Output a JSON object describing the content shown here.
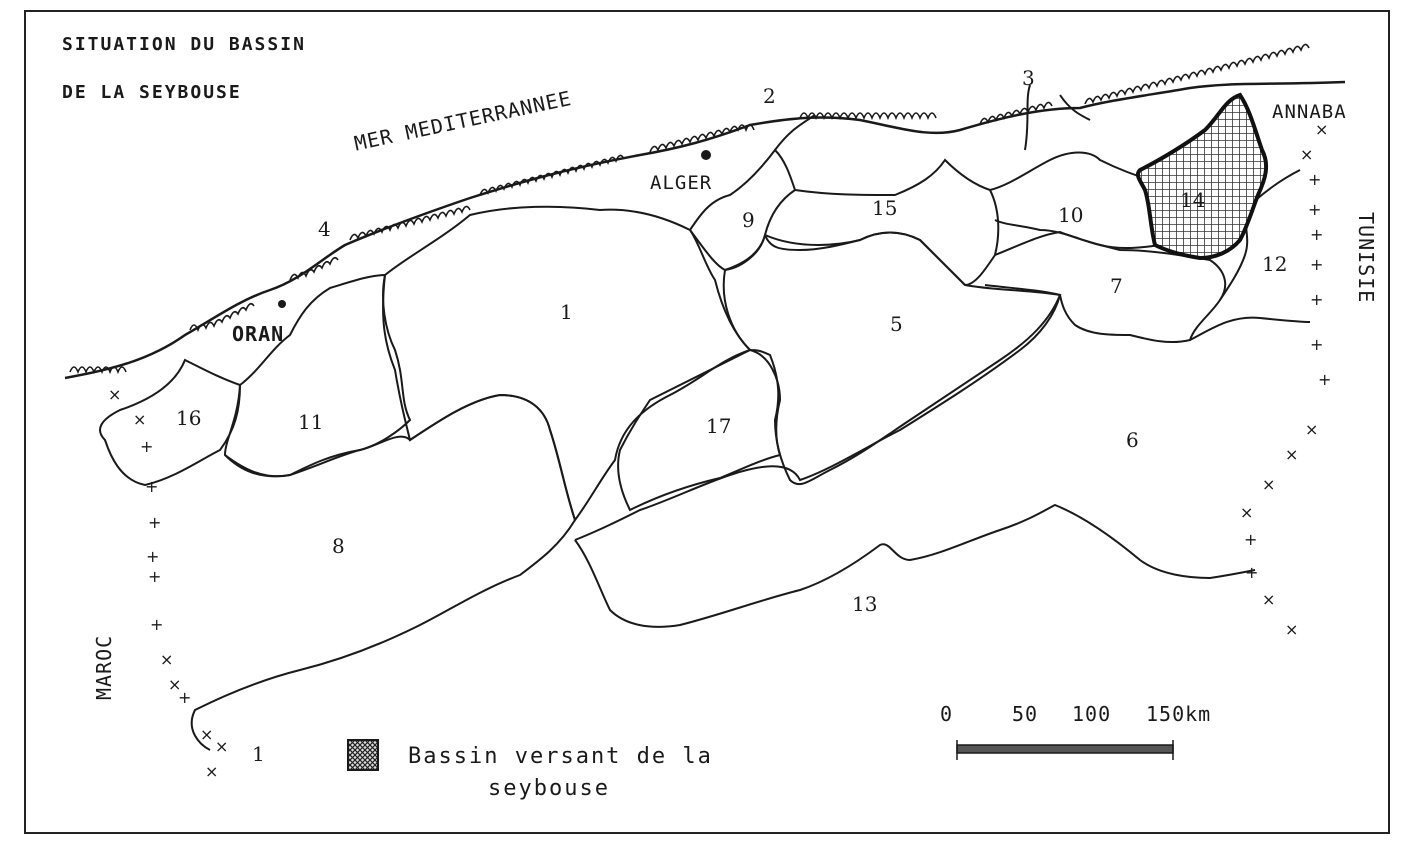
{
  "title": {
    "line1": "SITUATION DU BASSIN",
    "line2": "DE LA SEYBOUSE"
  },
  "sea_label": "MER MEDITERRANNEE",
  "places": {
    "oran": "ORAN",
    "alger": "ALGER",
    "annaba": "ANNABA"
  },
  "countries": {
    "maroc": "MAROC",
    "tunisie": "TUNISIE"
  },
  "region_numbers": {
    "r1": "1",
    "r5": "5",
    "r6": "6",
    "r7": "7",
    "r8": "8",
    "r9": "9",
    "r10": "10",
    "r11": "11",
    "r12": "12",
    "r13": "13",
    "r14": "14",
    "r15": "15",
    "r16": "16",
    "r17": "17"
  },
  "coast_markers": {
    "m2": "2",
    "m3": "3",
    "m4": "4",
    "m1": "1"
  },
  "legend": {
    "line1": "Bassin versant de la",
    "line2": "seybouse"
  },
  "scale": {
    "t0": "0",
    "t50": "50",
    "t100": "100",
    "t150": "150km"
  },
  "colors": {
    "ink": "#1a1a1a",
    "hatch": "#333333",
    "background": "#ffffff"
  }
}
